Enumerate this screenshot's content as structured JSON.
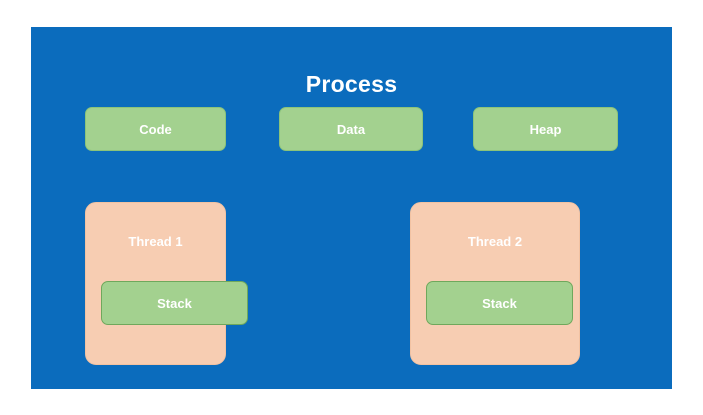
{
  "diagram": {
    "process": {
      "title": "Process",
      "segments": [
        {
          "label": "Code"
        },
        {
          "label": "Data"
        },
        {
          "label": "Heap"
        }
      ],
      "threads": [
        {
          "label": "Thread 1",
          "stack_label": "Stack"
        },
        {
          "label": "Thread 2",
          "stack_label": "Stack"
        }
      ]
    },
    "colors": {
      "process_bg": "#0b6cbd",
      "segment_bg": "#a3d18f",
      "thread_bg": "#f7cdb2",
      "text": "#ffffff",
      "page_bg": "#ffffff"
    }
  }
}
